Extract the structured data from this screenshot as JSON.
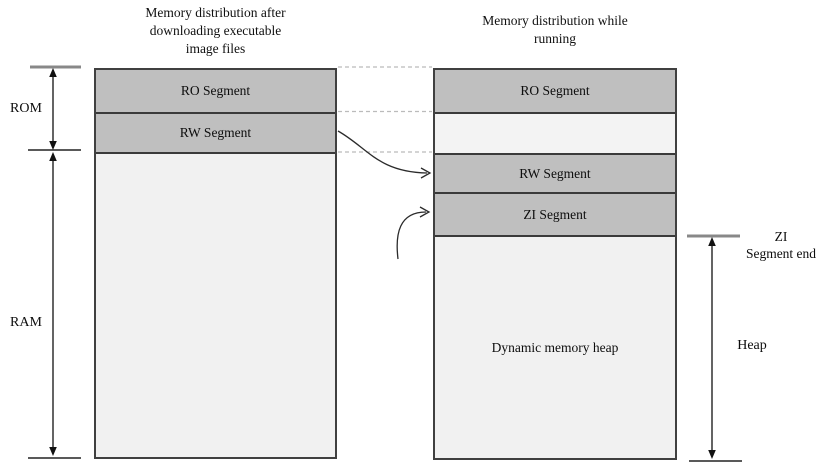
{
  "left": {
    "title_lines": [
      "Memory distribution after",
      "downloading executable",
      "image files"
    ],
    "ro_label": "RO Segment",
    "rw_label": "RW Segment",
    "rom_label": "ROM",
    "ram_label": "RAM"
  },
  "right": {
    "title_lines": [
      "Memory distribution while",
      "running"
    ],
    "ro_label": "RO Segment",
    "rw_label": "RW Segment",
    "zi_label": "ZI Segment",
    "heap_label": "Dynamic memory heap",
    "zi_end_lines": [
      "ZI",
      "Segment end"
    ],
    "heap_bracket_label": "Heap"
  },
  "colors": {
    "segment_gray": "#bfbfbf",
    "light_fill": "#f1f1f1",
    "border_dark": "#3a3a3a",
    "tick_gray": "#888888",
    "arrow_black": "#222222",
    "dashed_gray": "#bbbbbb"
  }
}
